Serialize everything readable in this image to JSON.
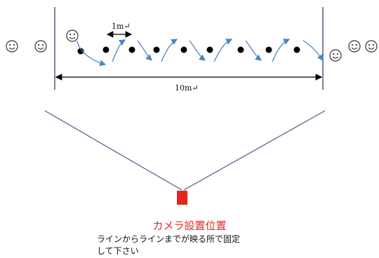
{
  "labels": {
    "spacing": "1m↵",
    "width": "10m↵"
  },
  "camera": {
    "title": "カメラ設置位置",
    "note_line1": "ラインからラインまでが映る所で固定",
    "note_line2": "して下さい"
  },
  "icons": [
    "smiley-face-icon",
    "cone-marker-icon",
    "camera-marker-icon"
  ],
  "colors": {
    "accent": "#e2271c",
    "arrow": "#4a86c5",
    "line": "#4a5a8c",
    "marker": "#000000"
  }
}
